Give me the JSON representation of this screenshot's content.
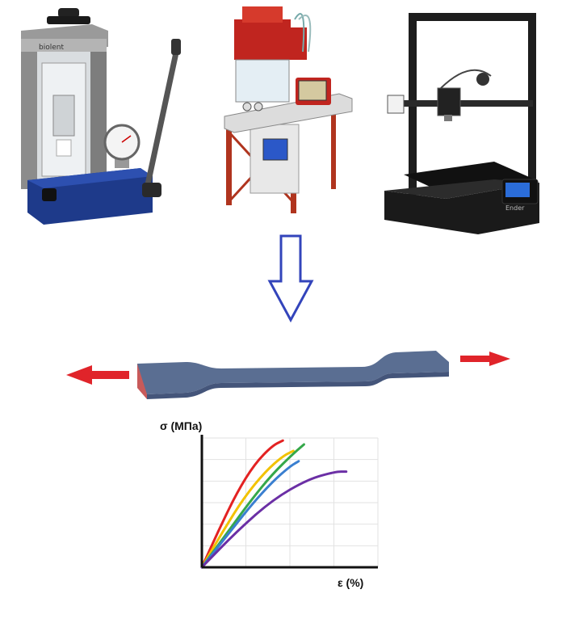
{
  "machines": {
    "hydraulic_press": {
      "brand": "biolent"
    },
    "injection_molder": {},
    "printer_3d": {
      "brand": "Ender"
    }
  },
  "colors": {
    "arrow_blue": "#3344bb",
    "pull_red": "#e0242a",
    "specimen": "#5a6e92",
    "press_blue": "#1e3a8a",
    "molder_red": "#c0251f"
  },
  "chart_data": {
    "type": "line",
    "title": "",
    "xlabel": "ε (%)",
    "ylabel": "σ (MПa)",
    "xlim": [
      0,
      100
    ],
    "ylim": [
      0,
      100
    ],
    "grid": true,
    "series": [
      {
        "color": "#e32222",
        "x": [
          0,
          10,
          20,
          30,
          40,
          46
        ],
        "y": [
          0,
          30,
          58,
          80,
          94,
          98
        ]
      },
      {
        "color": "#f2c200",
        "x": [
          0,
          12,
          24,
          36,
          46,
          52
        ],
        "y": [
          0,
          28,
          54,
          74,
          86,
          90
        ]
      },
      {
        "color": "#35a84a",
        "x": [
          0,
          14,
          28,
          40,
          52,
          58
        ],
        "y": [
          0,
          26,
          52,
          72,
          88,
          95
        ]
      },
      {
        "color": "#3a7fd0",
        "x": [
          0,
          14,
          28,
          40,
          50,
          55
        ],
        "y": [
          0,
          24,
          48,
          66,
          78,
          82
        ]
      },
      {
        "color": "#6b2fa5",
        "x": [
          0,
          20,
          40,
          60,
          76,
          82
        ],
        "y": [
          0,
          28,
          52,
          68,
          74,
          74
        ]
      }
    ]
  }
}
